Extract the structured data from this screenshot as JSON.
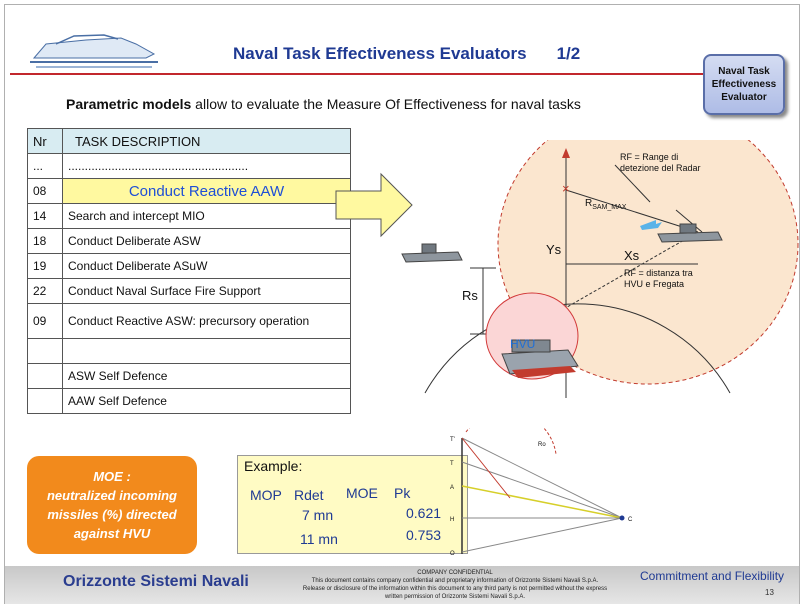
{
  "header": {
    "title": "Naval Task Effectiveness Evaluators",
    "page": "1/2",
    "badge": "Naval Task\nEffectiveness\nEvaluator"
  },
  "subtitle": {
    "bold": "Parametric models",
    "rest": " allow to evaluate the Measure Of Effectiveness for naval tasks"
  },
  "table": {
    "headers": [
      "Nr",
      "TASK DESCRIPTION"
    ],
    "rows": [
      {
        "nr": "...",
        "desc": "......................................................"
      },
      {
        "nr": "08",
        "desc": "Conduct Reactive AAW"
      },
      {
        "nr": "14",
        "desc": "Search and intercept MIO"
      },
      {
        "nr": "18",
        "desc": "Conduct Deliberate ASW"
      },
      {
        "nr": "19",
        "desc": "Conduct Deliberate ASuW"
      },
      {
        "nr": "22",
        "desc": "Conduct Naval Surface Fire Support"
      },
      {
        "nr": "09",
        "desc": "Conduct Reactive ASW: precursory operation"
      },
      {
        "nr": "",
        "desc": ""
      },
      {
        "nr": "",
        "desc": "ASW Self Defence"
      },
      {
        "nr": "",
        "desc": "AAW Self Defence"
      }
    ]
  },
  "moe_box": {
    "line1": "MOE :",
    "line2": "neutralized incoming",
    "line3": "missiles (%) directed",
    "line4": "against HVU"
  },
  "example": {
    "label": "Example:",
    "mop": "MOP",
    "rdet": "Rdet",
    "moe": "MOE",
    "pk": "Pk",
    "r1": "7 mn",
    "r2": "11 mn",
    "v1": "0.621",
    "v2": "0.753"
  },
  "diagram": {
    "rf_range": "RF = Range di\ndetezione del Radar",
    "rsam": "R",
    "rsam_sub": "SAM_MAX",
    "xs": "Xs",
    "ys": "Ys",
    "rf_dist": "RF = distanza tra\nHVU e Fregata",
    "rs": "Rs",
    "hvu": "HVU"
  },
  "diagram2": {
    "lbl_t1": "T'",
    "lbl_t": "T",
    "lbl_a": "A",
    "lbl_h": "H",
    "lbl_o": "O",
    "lbl_c": "C",
    "lbl_ro": "Ro"
  },
  "footer": {
    "brand": "Orizzonte Sistemi Navali",
    "legal1": "COMPANY CONFIDENTIAL",
    "legal2": "This document contains company confidential and proprietary information of Orizzonte Sistemi Navali S.p.A.",
    "legal3": "Release or disclosure of the information within this document to any third party is not permitted without the express",
    "legal4": "written permission of Orizzonte Sistemi Navali S.p.A.",
    "motto": "Commitment and Flexibility",
    "page_number": "13"
  }
}
